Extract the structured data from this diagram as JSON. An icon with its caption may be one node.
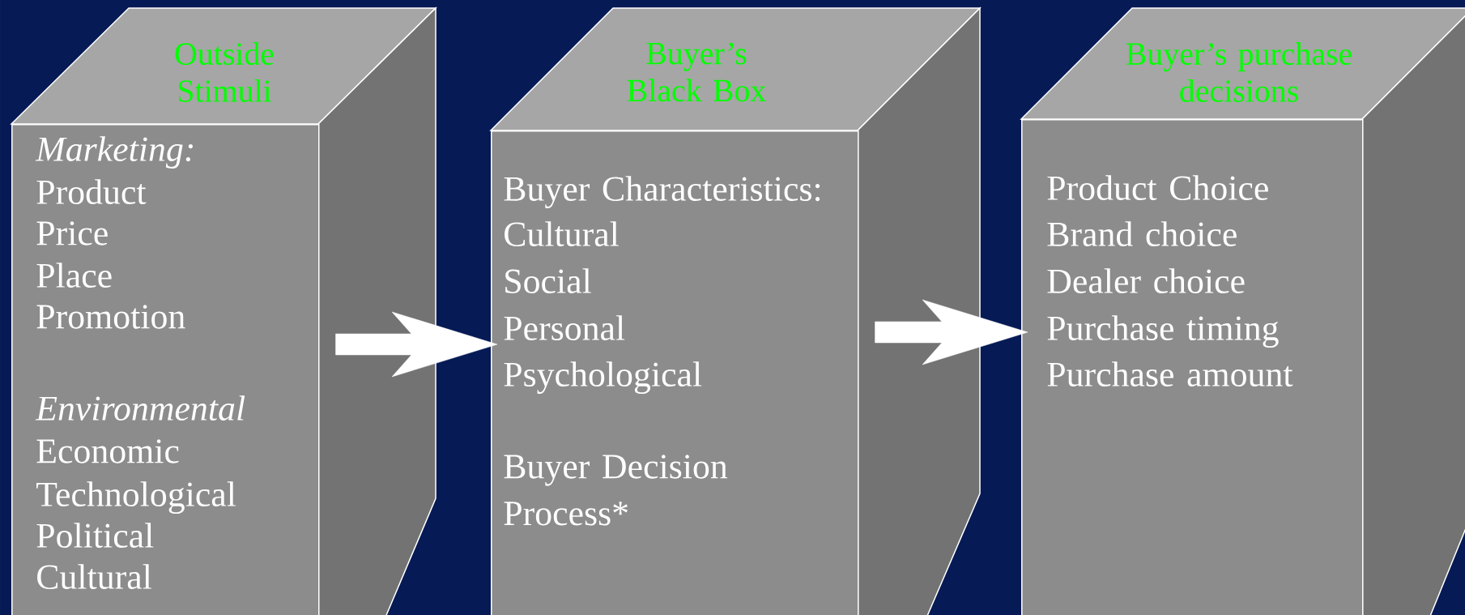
{
  "diagram": {
    "nodes": [
      {
        "text": [
          "Outside Stimuli",
          "*Marketing:*",
          "Product",
          "Price",
          "Place",
          "Promotion",
          "*Environmental*",
          "Economic",
          "Technological",
          "Political",
          "Cultural"
        ]
      },
      {
        "text": [
          "Buyer’s Black Box",
          "Buyer Characteristics:",
          "Cultural",
          "Social",
          "Personal",
          "Psychological",
          "Buyer Decision Process*"
        ]
      },
      {
        "text": [
          "Buyer’s purchase decisions",
          "Product Choice",
          "Brand choice",
          "Dealer choice",
          "Purchase timing",
          "Purchase amount"
        ]
      }
    ],
    "edges": [
      {
        "from": 0,
        "to": 1,
        "arrow": "to"
      },
      {
        "from": 1,
        "to": 2,
        "arrow": "to"
      }
    ]
  }
}
